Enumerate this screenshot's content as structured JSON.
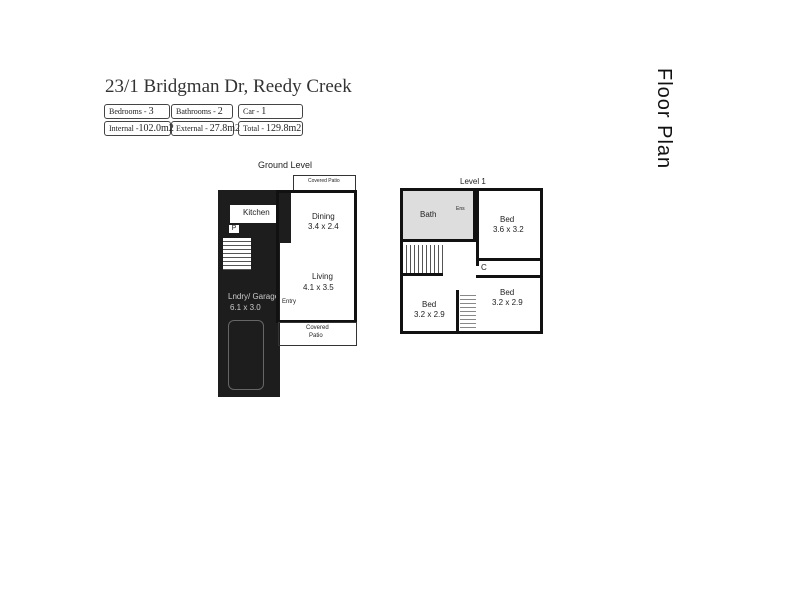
{
  "title": "23/1 Bridgman Dr, Reedy Creek",
  "side_label": "Floor Plan",
  "stats": [
    {
      "label": "Bedrooms -",
      "value": "3"
    },
    {
      "label": "Bathrooms -",
      "value": "2"
    },
    {
      "label": "Car -",
      "value": "1"
    },
    {
      "label": "Internal -",
      "value": "102.0m2"
    },
    {
      "label": "External -",
      "value": "27.8m2"
    },
    {
      "label": "Total -",
      "value": "129.8m2"
    }
  ],
  "ground": {
    "heading": "Ground Level",
    "top_patio": "Covered Patio",
    "kitchen": "Kitchen",
    "pantry": "P",
    "dining": "Dining",
    "dining_size": "3.4 x 2.4",
    "living": "Living",
    "living_size": "4.1 x 3.5",
    "entry": "Entry",
    "garage": "Lndry/ Garage",
    "garage_size": "6.1 x 3.0",
    "covered": "Covered",
    "patio": "Patio"
  },
  "level1": {
    "heading": "Level 1",
    "bath": "Bath",
    "ens": "Ens",
    "bed1": "Bed",
    "bed1_size": "3.6 x 3.2",
    "closet": "C",
    "bed2": "Bed",
    "bed2_size": "3.2 x 2.9",
    "bed3": "Bed",
    "bed3_size": "3.2 x 2.9"
  }
}
